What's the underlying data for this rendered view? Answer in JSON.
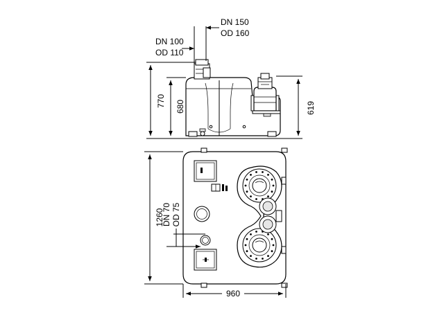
{
  "labels": {
    "top_left_dn": "DN 100",
    "top_left_od": "OD 110",
    "top_right_dn": "DN 150",
    "top_right_od": "OD 160",
    "inlet_dn": "DN 70",
    "inlet_od": "OD 75"
  },
  "dimensions": {
    "total_height": "770",
    "tank_height": "680",
    "pump_height": "619",
    "length": "1260",
    "width": "960"
  },
  "colors": {
    "line": "#000000",
    "shade": "#e6e6e6",
    "background": "#ffffff"
  }
}
